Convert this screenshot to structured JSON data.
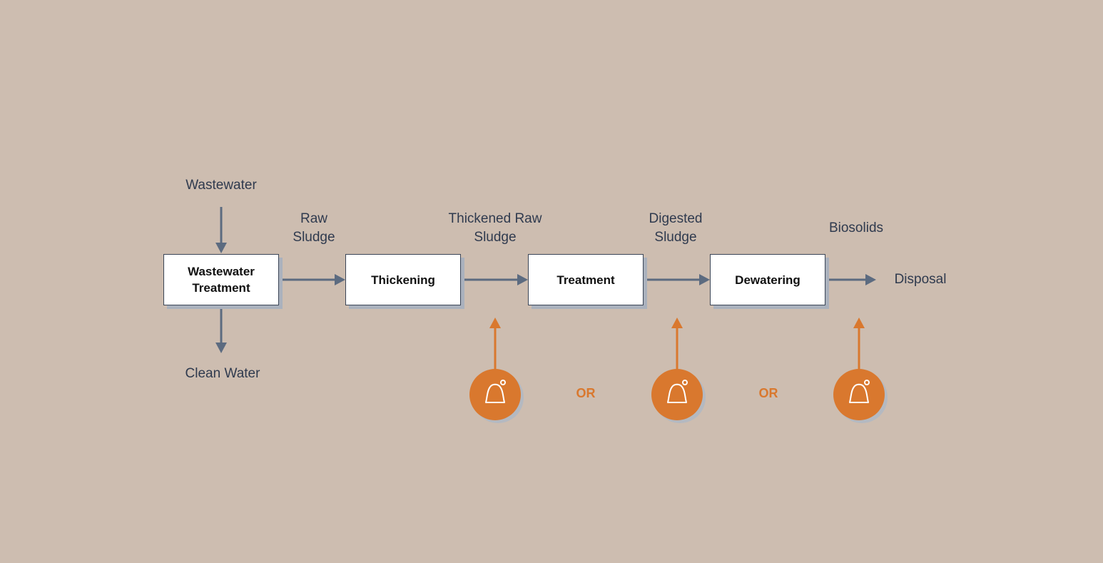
{
  "colors": {
    "background": "#cdbdb0",
    "flow_arrow": "#5c6b80",
    "accent": "#d9782e",
    "box_fill": "#ffffff",
    "box_shadow": "#aab1bd",
    "text": "#2f3a4e"
  },
  "inputs": {
    "wastewater": "Wastewater",
    "clean_water": "Clean Water"
  },
  "stages": [
    {
      "label": "Wastewater\nTreatment"
    },
    {
      "label": "Thickening"
    },
    {
      "label": "Treatment"
    },
    {
      "label": "Dewatering"
    }
  ],
  "flows": [
    {
      "label": "Raw\nSludge"
    },
    {
      "label": "Thickened Raw\nSludge"
    },
    {
      "label": "Digested\nSludge"
    },
    {
      "label": "Biosolids"
    }
  ],
  "output": "Disposal",
  "connector": "OR",
  "insertion_icon": "bell-drop-icon"
}
